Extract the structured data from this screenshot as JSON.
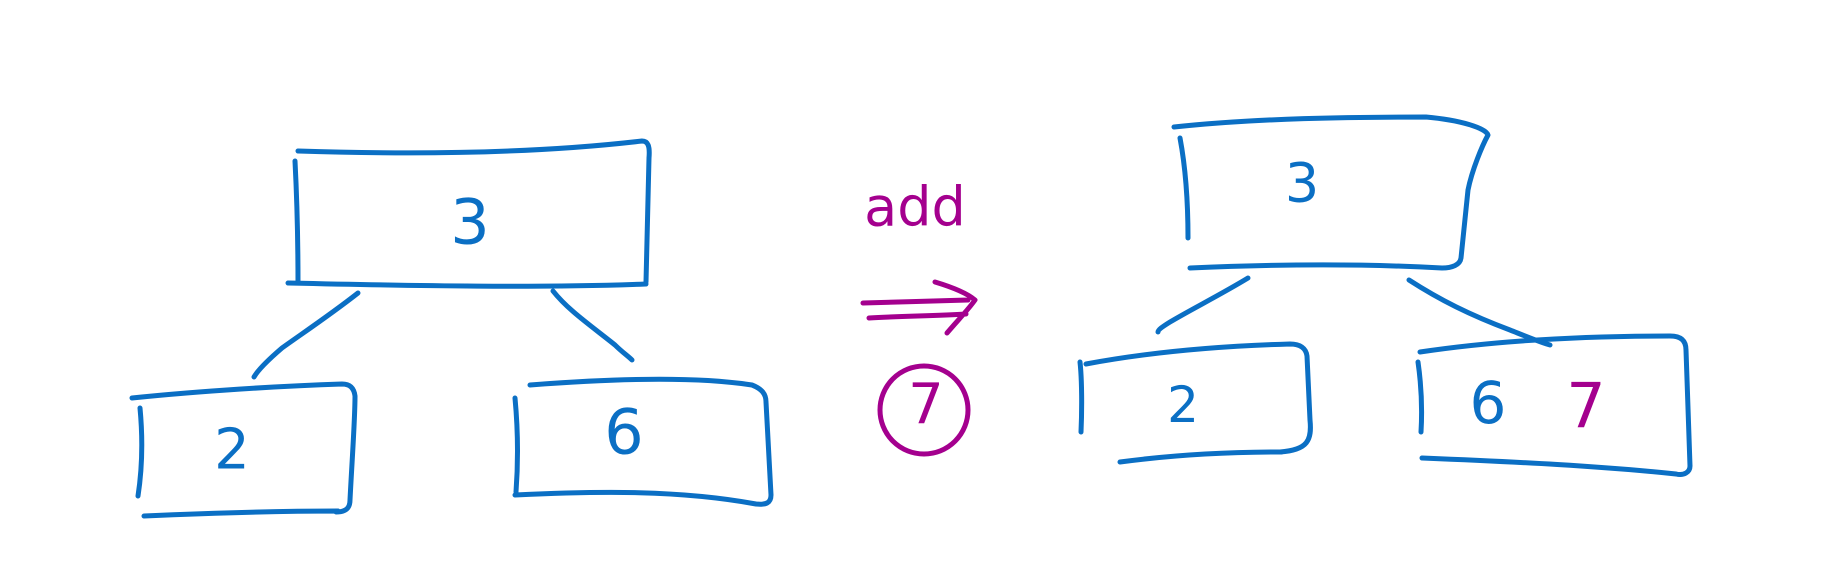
{
  "colors": {
    "tree": "#0b6fc4",
    "insert": "#a4008e",
    "background": "#ffffff"
  },
  "before_tree": {
    "root": "3",
    "left_leaf": "2",
    "right_leaf": "6"
  },
  "operation": {
    "label": "add",
    "value": "7"
  },
  "after_tree": {
    "root": "3",
    "left_leaf": "2",
    "right_leaf_existing": "6",
    "right_leaf_added": "7"
  }
}
